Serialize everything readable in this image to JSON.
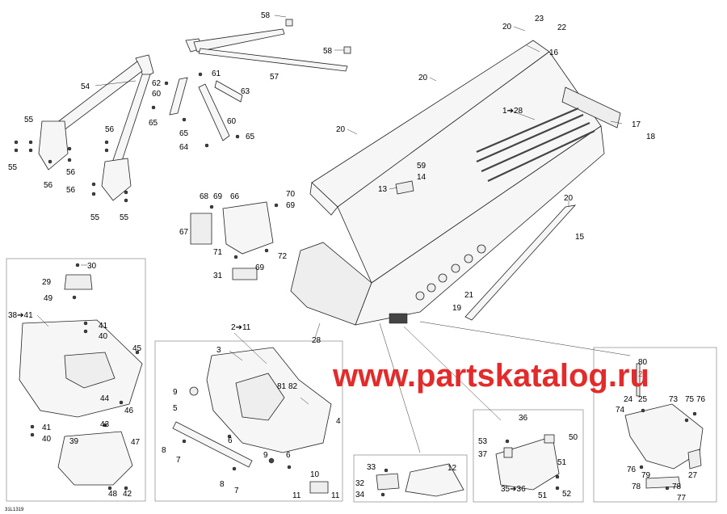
{
  "figure": {
    "watermark": "www.partskatalog.ru",
    "watermark_color": "#e32b2b",
    "figure_id": "31L1319",
    "highlight_color": "#e32b2b"
  },
  "callouts": {
    "c58a": "58",
    "c58b": "58",
    "c57": "57",
    "c54": "54",
    "c62": "62",
    "c61": "61",
    "c60a": "60",
    "c63": "63",
    "c65a": "65",
    "c65b": "65",
    "c60b": "60",
    "c64": "64",
    "c65c": "65",
    "c55a": "55",
    "c56a": "56",
    "c55b": "55",
    "c56b": "56",
    "c56c": "56",
    "c56d": "56",
    "c55c": "55",
    "c55d": "55",
    "c68": "68",
    "c69a": "69",
    "c66": "66",
    "c70": "70",
    "c69b": "69",
    "c67": "67",
    "c71": "71",
    "c72": "72",
    "c69c": "69",
    "c31": "31",
    "c20a": "20",
    "c23": "23",
    "c22": "22",
    "c16": "16",
    "c20b": "20",
    "c128": "1➔28",
    "c20c": "20",
    "c17": "17",
    "c18": "18",
    "c59": "59",
    "c13": "13",
    "c14": "14",
    "c20d": "20",
    "c15": "15",
    "c21": "21",
    "c19": "19",
    "c28": "28",
    "c30": "30",
    "c29": "29",
    "c49": "49",
    "c3841": "38➔41",
    "c41a": "41",
    "c40a": "40",
    "c45": "45",
    "c44": "44",
    "c46": "46",
    "c43": "43",
    "c41b": "41",
    "c40b": "40",
    "c39": "39",
    "c47": "47",
    "c48": "48",
    "c42": "42",
    "c211": "2➔11",
    "c3": "3",
    "c9": "9",
    "c81": "81",
    "c82": "82",
    "c4": "4",
    "c5": "5",
    "c6a": "6",
    "c8a": "8",
    "c7a": "7",
    "c9b": "9",
    "c6b": "6",
    "c10": "10",
    "c8b": "8",
    "c7b": "7",
    "c11a": "11",
    "c11b": "11",
    "c33": "33",
    "c12": "12",
    "c32": "32",
    "c34": "34",
    "c36": "36",
    "c53": "53",
    "c50": "50",
    "c37": "37",
    "c51a": "51",
    "c3536": "35➔36",
    "c51b": "51",
    "c52": "52",
    "c80": "80",
    "c26": "26",
    "c24": "24",
    "c25": "25",
    "c73": "73",
    "c75": "75",
    "c76a": "76",
    "c74": "74",
    "c76b": "76",
    "c79": "79",
    "c27": "27",
    "c78a": "78",
    "c78b": "78",
    "c77": "77"
  }
}
